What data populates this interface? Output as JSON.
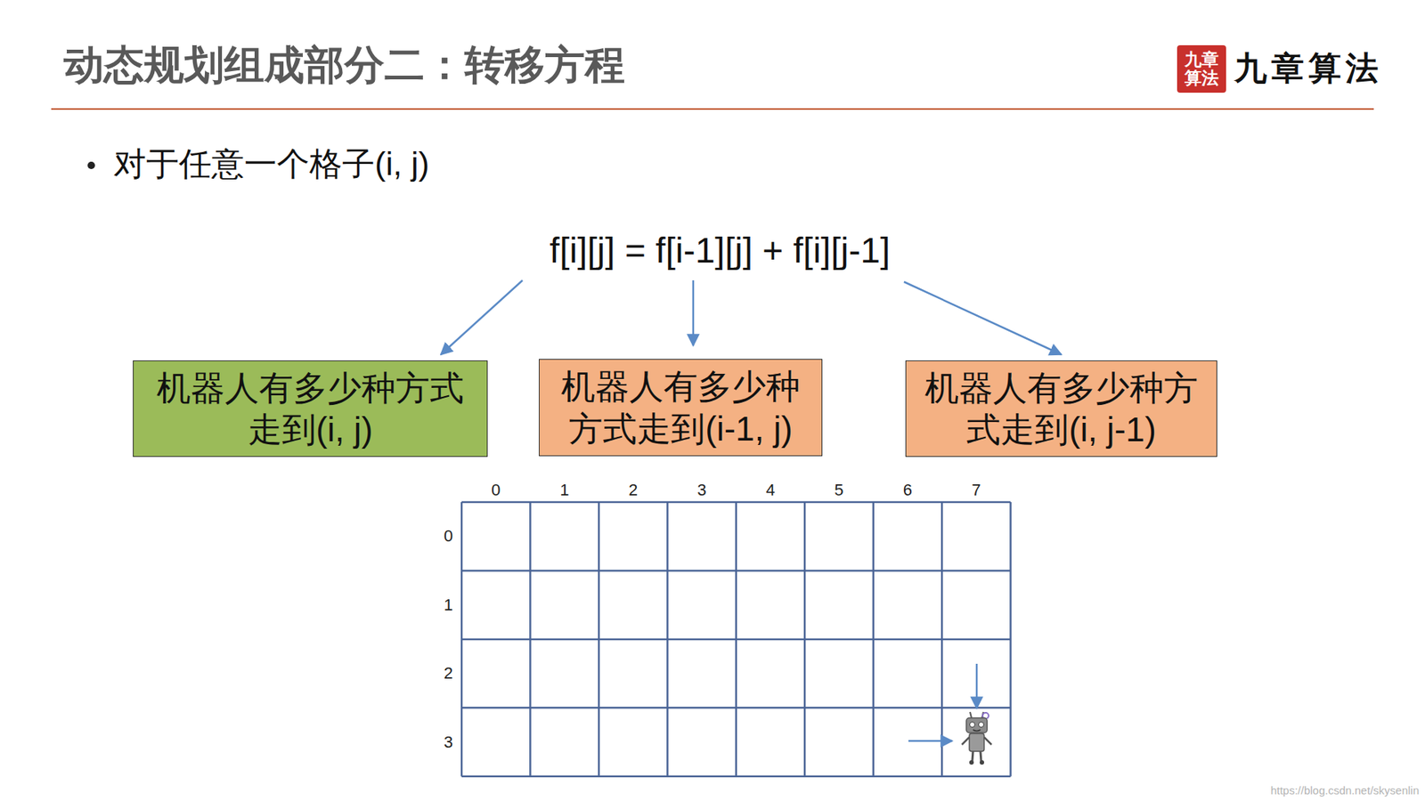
{
  "diagram": {
    "title": "动态规划组成部分二：转移方程",
    "nodes": [
      {
        "text": [
          "机器人有多少种方式走到(i, j)"
        ]
      },
      {
        "text": [
          "机器人有多少种方式走到(i-1, j)"
        ]
      },
      {
        "text": [
          "机器人有多少种方式走到(i, j-1)"
        ]
      }
    ],
    "labels": [
      "九章算法",
      "九章算法",
      "对于任意一个格子(i, j)",
      "f[i][j] = f[i-1][j] + f[i][j-1]",
      "0",
      "1",
      "2",
      "3",
      "4",
      "5",
      "6",
      "7",
      "0",
      "1",
      "2",
      "3",
      "https://blog.csdn.net/skysenlin"
    ]
  }
}
